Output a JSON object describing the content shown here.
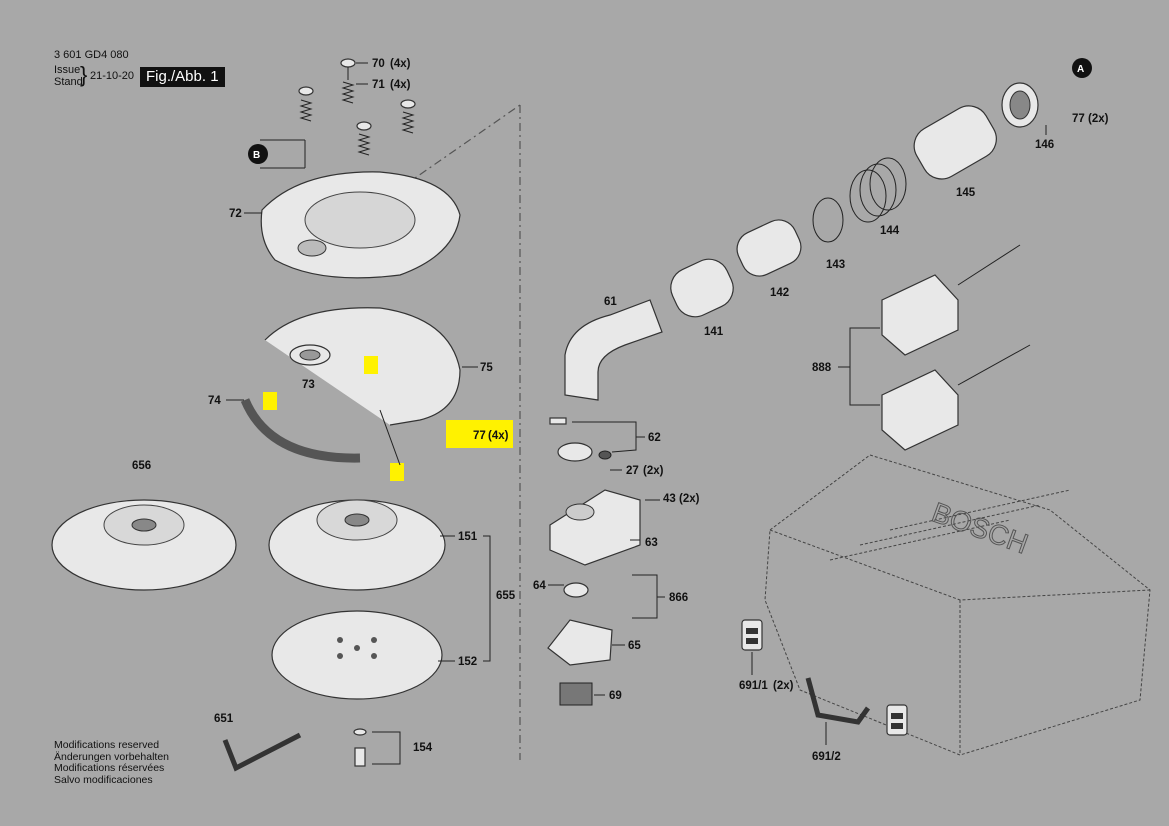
{
  "header": {
    "part_number": "3 601 GD4 080",
    "issue_label_en": "Issue",
    "issue_label_de": "Stand",
    "issue_date": "21-10-20",
    "figure_label": "Fig./Abb. 1"
  },
  "notes": [
    "Modifications reserved",
    "Änderungen vorbehalten",
    "Modifications réservées",
    "Salvo modificaciones"
  ],
  "markers": {
    "a": "A",
    "b": "B"
  },
  "labels": {
    "p70": "70",
    "p70q": "(4x)",
    "p71": "71",
    "p71q": "(4x)",
    "p72": "72",
    "p73": "73",
    "p74": "74",
    "p75": "75",
    "p77": "77",
    "p77q": "(4x)",
    "p77b": "77",
    "p77bq": "(2x)",
    "p656": "656",
    "p151": "151",
    "p152": "152",
    "p655": "655",
    "p154": "154",
    "p651": "651",
    "p61": "61",
    "p62": "62",
    "p27": "27",
    "p27q": "(2x)",
    "p43": "43",
    "p43q": "(2x)",
    "p63": "63",
    "p64": "64",
    "p866": "866",
    "p65": "65",
    "p69": "69",
    "p141": "141",
    "p142": "142",
    "p143": "143",
    "p144": "144",
    "p145": "145",
    "p146": "146",
    "p888": "888",
    "p691_1": "691/1",
    "p691_1q": "(2x)",
    "p691_2": "691/2"
  },
  "highlight_color": "#fff200"
}
